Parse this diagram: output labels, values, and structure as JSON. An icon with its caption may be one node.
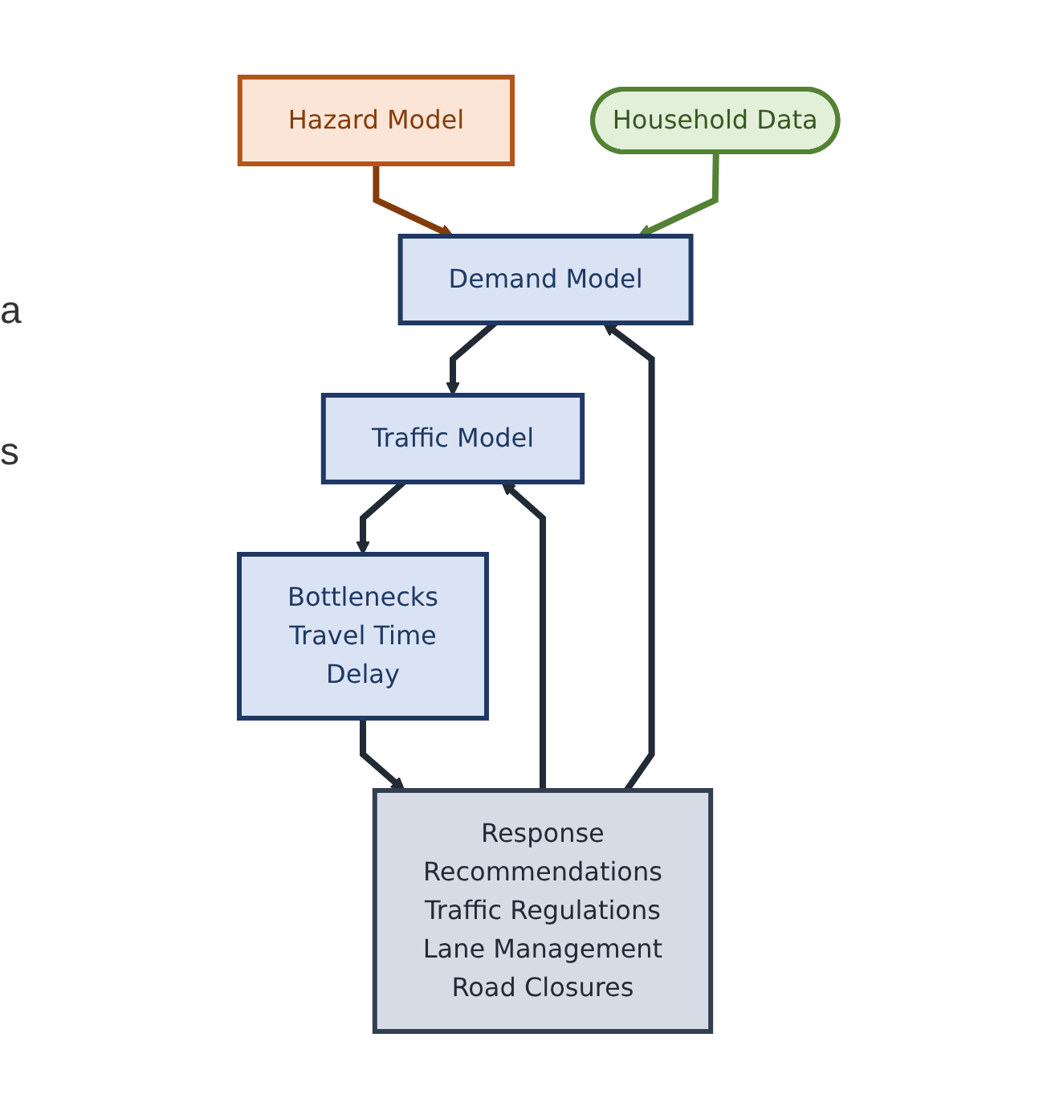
{
  "diagram": {
    "nodes": [
      {
        "text": [
          "Hazard Model"
        ]
      },
      {
        "text": [
          "Household Data"
        ]
      },
      {
        "text": [
          "Demand Model"
        ]
      },
      {
        "text": [
          "Traffic Model"
        ]
      },
      {
        "text": [
          "Bottlenecks",
          "Travel Time",
          "Delay"
        ]
      },
      {
        "text": [
          "Response",
          "Recommendations",
          "Traffic Regulations",
          "Lane Management",
          "Road Closures"
        ]
      }
    ],
    "edges": [
      {
        "from": 0,
        "to": 2,
        "arrow": "to",
        "color": "#843c0c"
      },
      {
        "from": 1,
        "to": 2,
        "arrow": "to",
        "color": "#548235"
      },
      {
        "from": 5,
        "to": 2,
        "arrow": "to"
      },
      {
        "from": 5,
        "to": 3,
        "arrow": "to"
      },
      {
        "from": 2,
        "to": 3,
        "arrow": "to"
      },
      {
        "from": 3,
        "to": 4,
        "arrow": "to"
      },
      {
        "from": 4,
        "to": 5,
        "arrow": "to"
      }
    ],
    "labels": [
      "a",
      "s"
    ]
  }
}
